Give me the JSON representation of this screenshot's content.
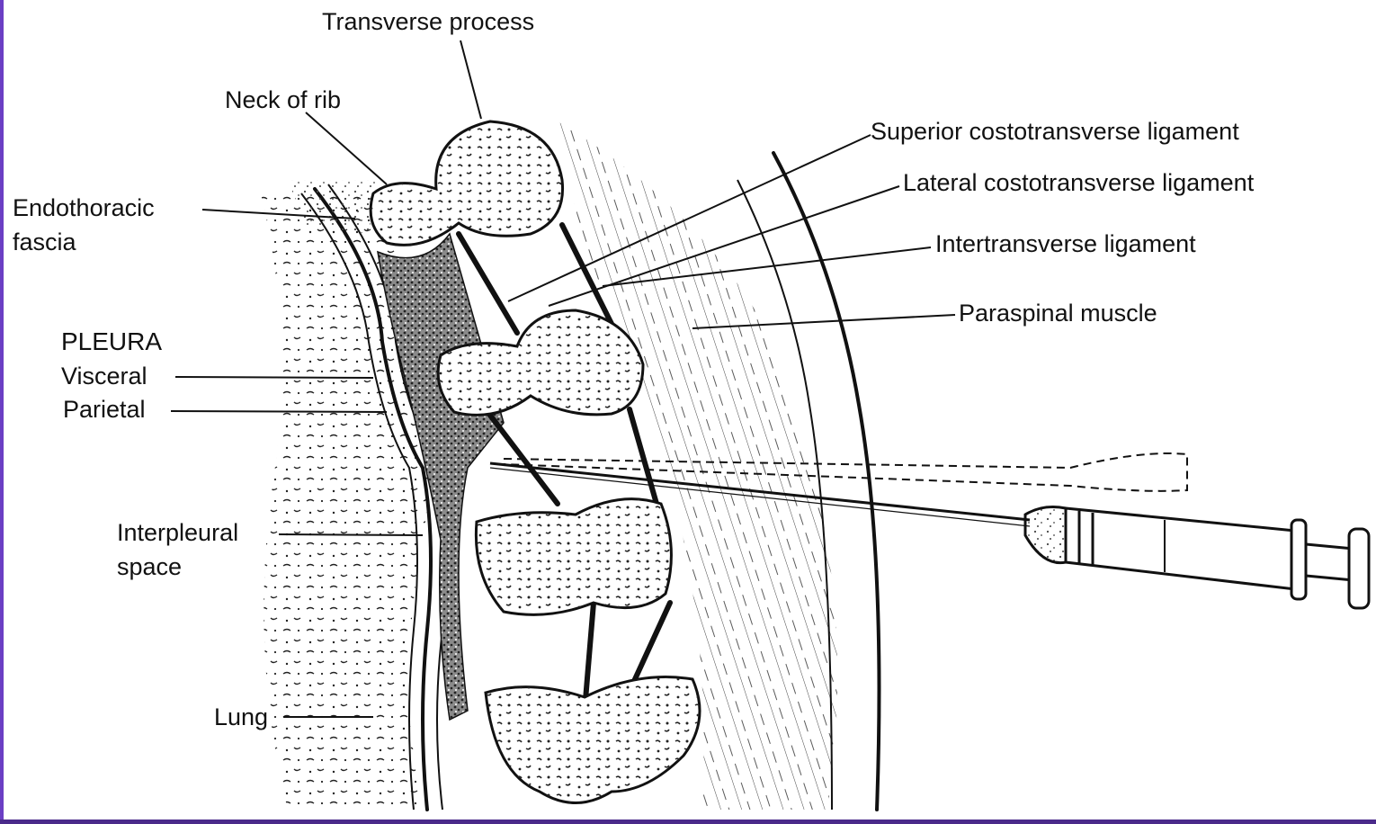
{
  "labels": {
    "transverse_process": "Transverse process",
    "neck_of_rib": "Neck of rib",
    "endothoracic_fascia_line1": "Endothoracic",
    "endothoracic_fascia_line2": "fascia",
    "pleura": "PLEURA",
    "visceral": "Visceral",
    "parietal": "Parietal",
    "interpleural_line1": "Interpleural",
    "interpleural_line2": "space",
    "lung": "Lung",
    "superior_costotransverse": "Superior costotransverse ligament",
    "lateral_costotransverse": "Lateral costotransverse ligament",
    "intertransverse": "Intertransverse ligament",
    "paraspinal_muscle": "Paraspinal muscle"
  },
  "colors": {
    "frame_left": "#6b3fc4",
    "frame_bottom": "#4a2a8a",
    "ink": "#111111"
  }
}
